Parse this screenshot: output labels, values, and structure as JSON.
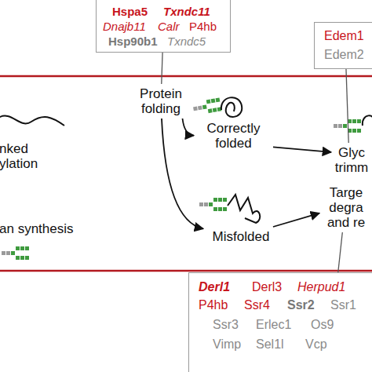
{
  "diagram": {
    "nodes": [
      {
        "text": [
          "Hspa5",
          "Txndc11",
          "Dnajb11",
          "Calr",
          "P4hb",
          "Hsp90b1",
          "Txndc5"
        ]
      },
      {
        "text": [
          "Edem1",
          "Edem2"
        ]
      },
      {
        "text": [
          "Protein folding"
        ]
      },
      {
        "text": [
          "Correctly folded"
        ]
      },
      {
        "text": [
          "Glyc trimm"
        ]
      },
      {
        "text": [
          "Misfolded"
        ]
      },
      {
        "text": [
          "Targe degra and re"
        ]
      },
      {
        "text": [
          "Derl1",
          "Derl3",
          "Herpud1",
          "P4hb",
          "Ssr4",
          "Ssr2",
          "Ssr1",
          "Ssr3",
          "Erlec1",
          "Os9",
          "Vimp",
          "Sel1l",
          "Vcp"
        ]
      }
    ],
    "edges": [
      {
        "from": 0,
        "to": 2,
        "arrow": "none"
      },
      {
        "from": 2,
        "to": 3,
        "arrow": "to"
      },
      {
        "from": 2,
        "to": 5,
        "arrow": "to"
      },
      {
        "from": 3,
        "to": 4,
        "arrow": "to"
      },
      {
        "from": 5,
        "to": 6,
        "arrow": "to"
      },
      {
        "from": 1,
        "to": 4,
        "arrow": "none"
      },
      {
        "from": 7,
        "to": 6,
        "arrow": "none"
      }
    ],
    "labels": [
      "nked ylation",
      "an synthesis"
    ]
  }
}
